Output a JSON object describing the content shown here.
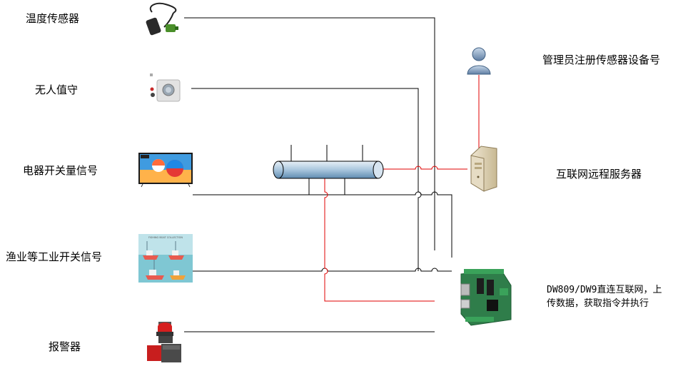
{
  "devices": {
    "temperature_sensor": "温度传感器",
    "unattended": "无人值守",
    "appliance_switch": "电器开关量信号",
    "fishery_switch": "渔业等工业开关信号",
    "alarm": "报警器"
  },
  "right": {
    "admin_register": "管理员注册传感器设备号",
    "remote_server": "互联网远程服务器",
    "controller_line1": "DW809/DW9直连互联网，上",
    "controller_line2": "传数据，获取指令并执行"
  },
  "poster_caption": "FISHING BOAT COLLECTION",
  "colors": {
    "link_red": "#e00000",
    "wire": "#000000",
    "bus_fill": "#a9c6dd"
  }
}
